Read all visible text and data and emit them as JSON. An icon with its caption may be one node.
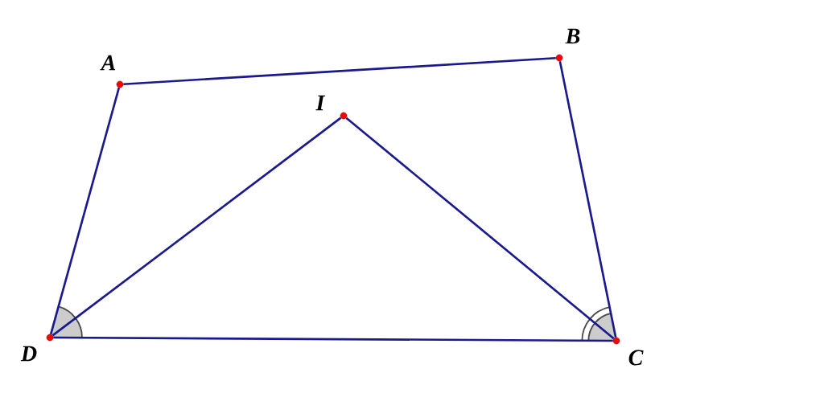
{
  "diagram": {
    "nodes": [
      {
        "text": [
          "A"
        ]
      },
      {
        "text": [
          "B"
        ]
      },
      {
        "text": [
          "I"
        ]
      },
      {
        "text": [
          "D"
        ]
      },
      {
        "text": [
          "C"
        ]
      }
    ],
    "edges": [
      {
        "from": 0,
        "to": 1,
        "arrow": "none"
      },
      {
        "from": 1,
        "to": 4,
        "arrow": "none"
      },
      {
        "from": 4,
        "to": 3,
        "arrow": "none"
      },
      {
        "from": 3,
        "to": 0,
        "arrow": "none"
      },
      {
        "from": 3,
        "to": 2,
        "arrow": "none"
      },
      {
        "from": 2,
        "to": 4,
        "arrow": "none"
      }
    ]
  }
}
